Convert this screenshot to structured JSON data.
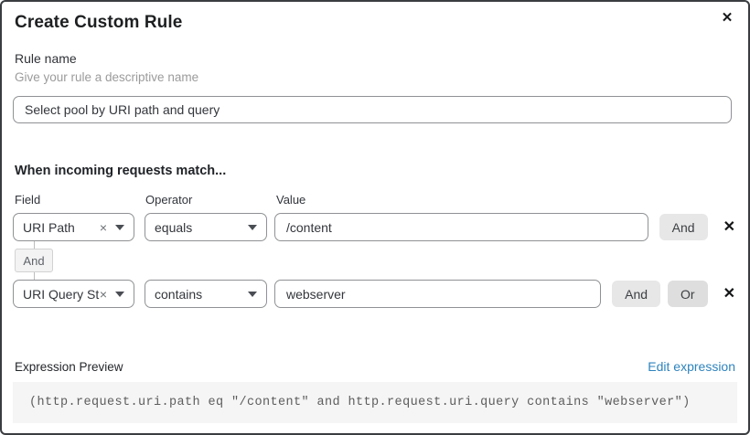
{
  "dialog": {
    "title": "Create Custom Rule"
  },
  "rule_name": {
    "label": "Rule name",
    "helper": "Give your rule a descriptive name",
    "value": "Select pool by URI path and query"
  },
  "match": {
    "heading": "When incoming requests match...",
    "columns": {
      "field": "Field",
      "operator": "Operator",
      "value": "Value"
    },
    "connector": "And",
    "rows": [
      {
        "field": "URI Path",
        "operator": "equals",
        "value": "/content",
        "and_label": "And"
      },
      {
        "field": "URI Query St...",
        "operator": "contains",
        "value": "webserver",
        "and_label": "And",
        "or_label": "Or"
      }
    ]
  },
  "expression": {
    "label": "Expression Preview",
    "edit_link": "Edit expression",
    "code": "(http.request.uri.path eq \"/content\" and http.request.uri.query contains \"webserver\")"
  },
  "icons": {
    "close": "✕",
    "clear": "×",
    "remove": "✕"
  },
  "colors": {
    "link": "#2e83bd",
    "button_bg": "#e7e7e7",
    "input_border": "#8f9194"
  }
}
